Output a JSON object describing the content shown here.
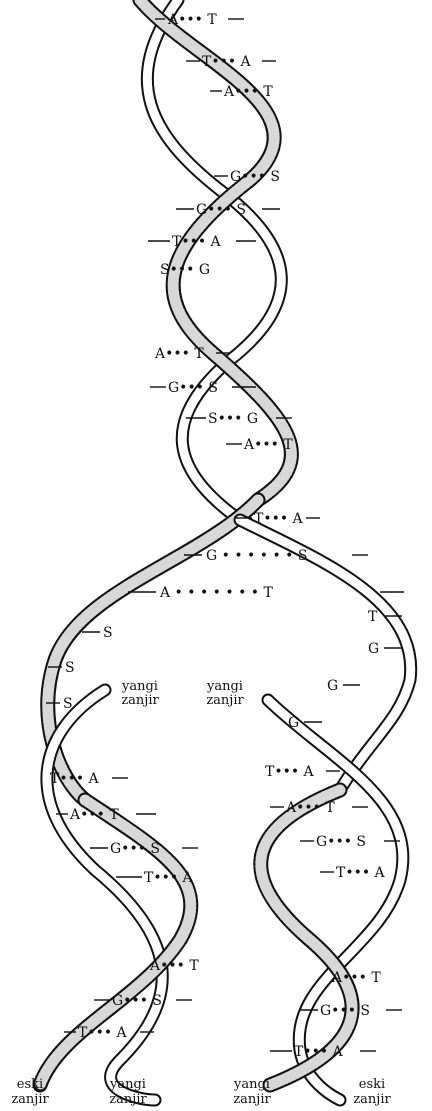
{
  "top_pairs": [
    "A••• T",
    "T••• A",
    "A••• T",
    "G••• S",
    "G••• S",
    "T••• A",
    "S••• G",
    "A••• T",
    "G••• S",
    "S••• G",
    "A••• T",
    "T••• A"
  ],
  "fork_pairs": [
    "G • • • • • • S",
    "A • • • • • • • T"
  ],
  "left_free_bases": [
    "S",
    "S",
    "S"
  ],
  "right_free_bases": [
    "T",
    "G",
    "G",
    "G"
  ],
  "left_daughter_pairs": [
    "T••• A",
    "A••• T",
    "G••• S",
    "T••• A",
    "A••• T",
    "G••• S",
    "T••• A"
  ],
  "right_daughter_pairs": [
    "T••• A",
    "A••• T",
    "G••• S",
    "T••• A",
    "A••• T",
    "G••• S",
    "T••• A"
  ],
  "mid_labels": [
    {
      "line1": "yangi",
      "line2": "zanjir"
    },
    {
      "line1": "yangi",
      "line2": "zanjir"
    }
  ],
  "bottom_labels": [
    {
      "line1": "eski",
      "line2": "zanjir"
    },
    {
      "line1": "yangi",
      "line2": "zanjir"
    },
    {
      "line1": "yangi",
      "line2": "zanjir"
    },
    {
      "line1": "eski",
      "line2": "zanjir"
    }
  ]
}
